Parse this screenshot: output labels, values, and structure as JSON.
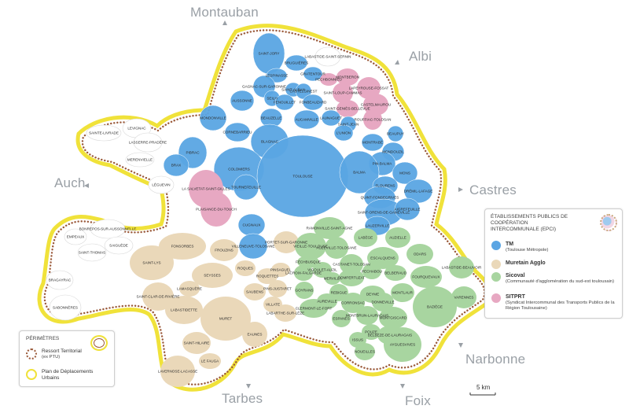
{
  "cities": {
    "montauban": "Montauban",
    "albi": "Albi",
    "auch": "Auch",
    "castres": "Castres",
    "narbonne": "Narbonne",
    "tarbes": "Tarbes",
    "foix": "Foix"
  },
  "colors": {
    "tm": "#5aa5e3",
    "muretain": "#ead8b9",
    "sicoval": "#a8d5a0",
    "sitprt": "#e7a8c2",
    "ptu_border": "#9b5a3a",
    "pdu_border": "#f0e23a"
  },
  "legend_epci": {
    "title": "ÉTABLISSEMENTS PUBLICS DE COOPÉRATION INTERCOMMUNALE (EPCI)",
    "items": [
      {
        "label": "TM",
        "sub": "(Toulouse Métropole)",
        "color": "#5aa5e3"
      },
      {
        "label": "Muretain Agglo",
        "sub": "",
        "color": "#ead8b9"
      },
      {
        "label": "Sicoval",
        "sub": "(Communauté d'agglomération du sud-est toulousain)",
        "color": "#a8d5a0"
      },
      {
        "label": "SITPRT",
        "sub": "(Syndicat Intercommunal des Transports Publics de la Région Toulousaine)",
        "color": "#e7a8c2"
      }
    ]
  },
  "legend_perimetres": {
    "title": "PÉRIMÈTRES",
    "items": [
      {
        "label": "Ressort Territorial",
        "sub": "(ex PTU)"
      },
      {
        "label": "Plan de Déplacements Urbains",
        "sub": ""
      }
    ]
  },
  "scale": "5 km",
  "communes": [
    {
      "name": "SAINT-JORY",
      "group": "tm"
    },
    {
      "name": "LABASTIDE-SAINT-SERNIN",
      "group": "none"
    },
    {
      "name": "BRUGUIÈRES",
      "group": "tm"
    },
    {
      "name": "MONTBERON",
      "group": "sitprt"
    },
    {
      "name": "LESPINASSE",
      "group": "tm"
    },
    {
      "name": "GRATENTOUR",
      "group": "tm"
    },
    {
      "name": "PECHBONNIEU",
      "group": "sitprt"
    },
    {
      "name": "GAGNAC-SUR-GARONNE",
      "group": "tm"
    },
    {
      "name": "SAINT-LOUP-CAMMAS",
      "group": "sitprt"
    },
    {
      "name": "LAPEYROUSE-FOSSAT",
      "group": "sitprt"
    },
    {
      "name": "SAINT-ALBAN",
      "group": "tm"
    },
    {
      "name": "CASTELGINEST",
      "group": "tm"
    },
    {
      "name": "SEILH",
      "group": "tm"
    },
    {
      "name": "AUSSONNE",
      "group": "tm"
    },
    {
      "name": "FENOUILLET",
      "group": "tm"
    },
    {
      "name": "FONBEAUZARD",
      "group": "tm"
    },
    {
      "name": "SAINT-GENIÈS-BELLEVUE",
      "group": "sitprt"
    },
    {
      "name": "CASTELMAUROU",
      "group": "sitprt"
    },
    {
      "name": "MONDONVILLE",
      "group": "tm"
    },
    {
      "name": "BEAUZELLE",
      "group": "tm"
    },
    {
      "name": "AUCAMVILLE",
      "group": "tm"
    },
    {
      "name": "LAUNAGUET",
      "group": "tm"
    },
    {
      "name": "SAINT-JEAN",
      "group": "tm"
    },
    {
      "name": "ROUFFIAC-TOLOSAN",
      "group": "sitprt"
    },
    {
      "name": "CORNEBARRIEU",
      "group": "tm"
    },
    {
      "name": "L'UNION",
      "group": "tm"
    },
    {
      "name": "MONTRABÉ",
      "group": "tm"
    },
    {
      "name": "BEAUPUY",
      "group": "tm"
    },
    {
      "name": "BLAGNAC",
      "group": "tm"
    },
    {
      "name": "MONDOUZIL",
      "group": "tm"
    },
    {
      "name": "SAINTE-LIVRADE",
      "group": "none"
    },
    {
      "name": "LEVIGNAC",
      "group": "none"
    },
    {
      "name": "LASSERRE-PRADÈRE",
      "group": "none"
    },
    {
      "name": "MERENVIELLE",
      "group": "none"
    },
    {
      "name": "PIBRAC",
      "group": "tm"
    },
    {
      "name": "PIN-BALMA",
      "group": "tm"
    },
    {
      "name": "BRAX",
      "group": "tm"
    },
    {
      "name": "COLOMIERS",
      "group": "tm"
    },
    {
      "name": "TOULOUSE",
      "group": "tm"
    },
    {
      "name": "BALMA",
      "group": "tm"
    },
    {
      "name": "MONS",
      "group": "tm"
    },
    {
      "name": "LÉGUEVIN",
      "group": "none"
    },
    {
      "name": "FLOURENS",
      "group": "tm"
    },
    {
      "name": "DRÉMIL-LAFAGE",
      "group": "tm"
    },
    {
      "name": "QUINT-FONSEGRIVES",
      "group": "tm"
    },
    {
      "name": "LA SALVETAT-SAINT-GILLES",
      "group": "sitprt"
    },
    {
      "name": "TOURNEFEUILLE",
      "group": "tm"
    },
    {
      "name": "PLAISANCE-DU-TOUCH",
      "group": "sitprt"
    },
    {
      "name": "SAINT-ORENS-DE-GAMEVILLE",
      "group": "tm"
    },
    {
      "name": "AIGREFEUILLE",
      "group": "tm"
    },
    {
      "name": "LAUZERVILLE",
      "group": "tm"
    },
    {
      "name": "CUGNAUX",
      "group": "tm"
    },
    {
      "name": "EMPEAUX",
      "group": "none"
    },
    {
      "name": "BONREPOS-SUR-AUSSONNELLE",
      "group": "none"
    },
    {
      "name": "SAIGUÈDE",
      "group": "none"
    },
    {
      "name": "FONSORBES",
      "group": "muretain"
    },
    {
      "name": "RAMONVILLE-SAINT-AGNE",
      "group": "sicoval"
    },
    {
      "name": "LABÈGE",
      "group": "sicoval"
    },
    {
      "name": "AUZIELLE",
      "group": "sicoval"
    },
    {
      "name": "SAINT-THOMAS",
      "group": "none"
    },
    {
      "name": "FROUZINS",
      "group": "muretain"
    },
    {
      "name": "VILLENEUVE-TOLOSANE",
      "group": "tm"
    },
    {
      "name": "PORTET-SUR-GARONNE",
      "group": "muretain"
    },
    {
      "name": "VIEILLE-TOULOUSE",
      "group": "sicoval"
    },
    {
      "name": "AUZEVILLE-TOLOSANE",
      "group": "sicoval"
    },
    {
      "name": "ODARS",
      "group": "sicoval"
    },
    {
      "name": "SAINT-LYS",
      "group": "muretain"
    },
    {
      "name": "FÉCHBUSQUE",
      "group": "sicoval"
    },
    {
      "name": "CASTANET-TOLOSAN",
      "group": "sicoval"
    },
    {
      "name": "ESCALQUENS",
      "group": "sicoval"
    },
    {
      "name": "ROQUES",
      "group": "muretain"
    },
    {
      "name": "PINSAGUEL",
      "group": "muretain"
    },
    {
      "name": "LACROIX-FALGARDE",
      "group": "sicoval"
    },
    {
      "name": "VIGOULET-AUZIL",
      "group": "sicoval"
    },
    {
      "name": "MERVILLA",
      "group": "sicoval"
    },
    {
      "name": "PECHABOU",
      "group": "sicoval"
    },
    {
      "name": "BELBERAUD",
      "group": "sicoval"
    },
    {
      "name": "FOURQUEVAUX",
      "group": "sicoval"
    },
    {
      "name": "BRAGAYRAC",
      "group": "none"
    },
    {
      "name": "SEYSSES",
      "group": "muretain"
    },
    {
      "name": "ROQUETTES",
      "group": "muretain"
    },
    {
      "name": "POMPERTUZAT",
      "group": "sicoval"
    },
    {
      "name": "REBIGUE",
      "group": "sicoval"
    },
    {
      "name": "LABASTIDE-BEAUVOIR",
      "group": "sicoval"
    },
    {
      "name": "SABONNÈRES",
      "group": "none"
    },
    {
      "name": "SAINT-CLAR-DE-RIVIÈRE",
      "group": "muretain"
    },
    {
      "name": "LAMASQUÈRE",
      "group": "muretain"
    },
    {
      "name": "SAUBENS",
      "group": "muretain"
    },
    {
      "name": "PINS-JUSTARET",
      "group": "muretain"
    },
    {
      "name": "GOYRANS",
      "group": "sicoval"
    },
    {
      "name": "AUREVILLE",
      "group": "sicoval"
    },
    {
      "name": "DEYME",
      "group": "sicoval"
    },
    {
      "name": "MONTLAUR",
      "group": "sicoval"
    },
    {
      "name": "VARENNES",
      "group": "sicoval"
    },
    {
      "name": "CORRONSAC",
      "group": "sicoval"
    },
    {
      "name": "DONNEVILLE",
      "group": "sicoval"
    },
    {
      "name": "LABASTIDETTE",
      "group": "muretain"
    },
    {
      "name": "VILLATE",
      "group": "muretain"
    },
    {
      "name": "CLERMONT-LE-FORT",
      "group": "sicoval"
    },
    {
      "name": "LABARTHE-SUR-LÈZE",
      "group": "muretain"
    },
    {
      "name": "MURET",
      "group": "muretain"
    },
    {
      "name": "ESPANÈS",
      "group": "sicoval"
    },
    {
      "name": "MONTBRUN-LAURAGAIS",
      "group": "sicoval"
    },
    {
      "name": "MONTGISCARD",
      "group": "sicoval"
    },
    {
      "name": "BAZIÈGE",
      "group": "sicoval"
    },
    {
      "name": "EAUNES",
      "group": "muretain"
    },
    {
      "name": "SAINT-HILAIRE",
      "group": "muretain"
    },
    {
      "name": "POUZE",
      "group": "sicoval"
    },
    {
      "name": "BELBÈZE-DE-LAURAGAIS",
      "group": "sicoval"
    },
    {
      "name": "AYGUESVIVES",
      "group": "sicoval"
    },
    {
      "name": "ISSUS",
      "group": "sicoval"
    },
    {
      "name": "LE FAUGA",
      "group": "muretain"
    },
    {
      "name": "NOUEILLES",
      "group": "sicoval"
    },
    {
      "name": "LAVERNOSE-LACASSE",
      "group": "muretain"
    }
  ]
}
